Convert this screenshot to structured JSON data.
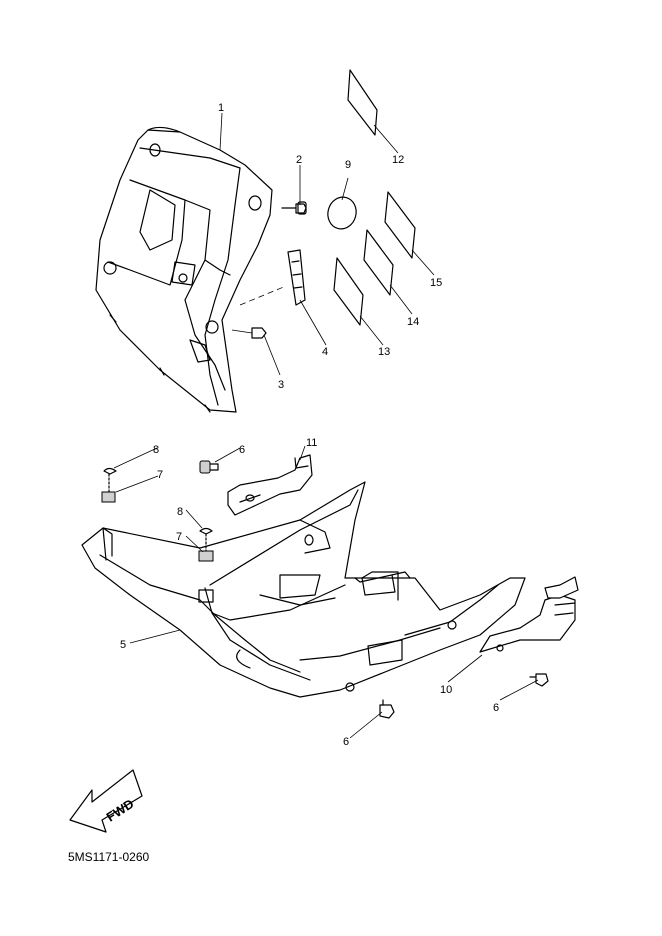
{
  "parts": [
    {
      "id": "p1",
      "label": "1"
    },
    {
      "id": "p2",
      "label": "2"
    },
    {
      "id": "p3",
      "label": "3"
    },
    {
      "id": "p4",
      "label": "4"
    },
    {
      "id": "p5",
      "label": "5"
    },
    {
      "id": "p6a",
      "label": "6"
    },
    {
      "id": "p6b",
      "label": "6"
    },
    {
      "id": "p6c",
      "label": "6"
    },
    {
      "id": "p7a",
      "label": "7"
    },
    {
      "id": "p7b",
      "label": "7"
    },
    {
      "id": "p8a",
      "label": "8"
    },
    {
      "id": "p8b",
      "label": "8"
    },
    {
      "id": "p9",
      "label": "9"
    },
    {
      "id": "p10",
      "label": "10"
    },
    {
      "id": "p11",
      "label": "11"
    },
    {
      "id": "p12",
      "label": "12"
    },
    {
      "id": "p13",
      "label": "13"
    },
    {
      "id": "p14",
      "label": "14"
    },
    {
      "id": "p15",
      "label": "15"
    }
  ],
  "direction_arrow": "FWD",
  "diagram_code": "5MS1171-0260"
}
